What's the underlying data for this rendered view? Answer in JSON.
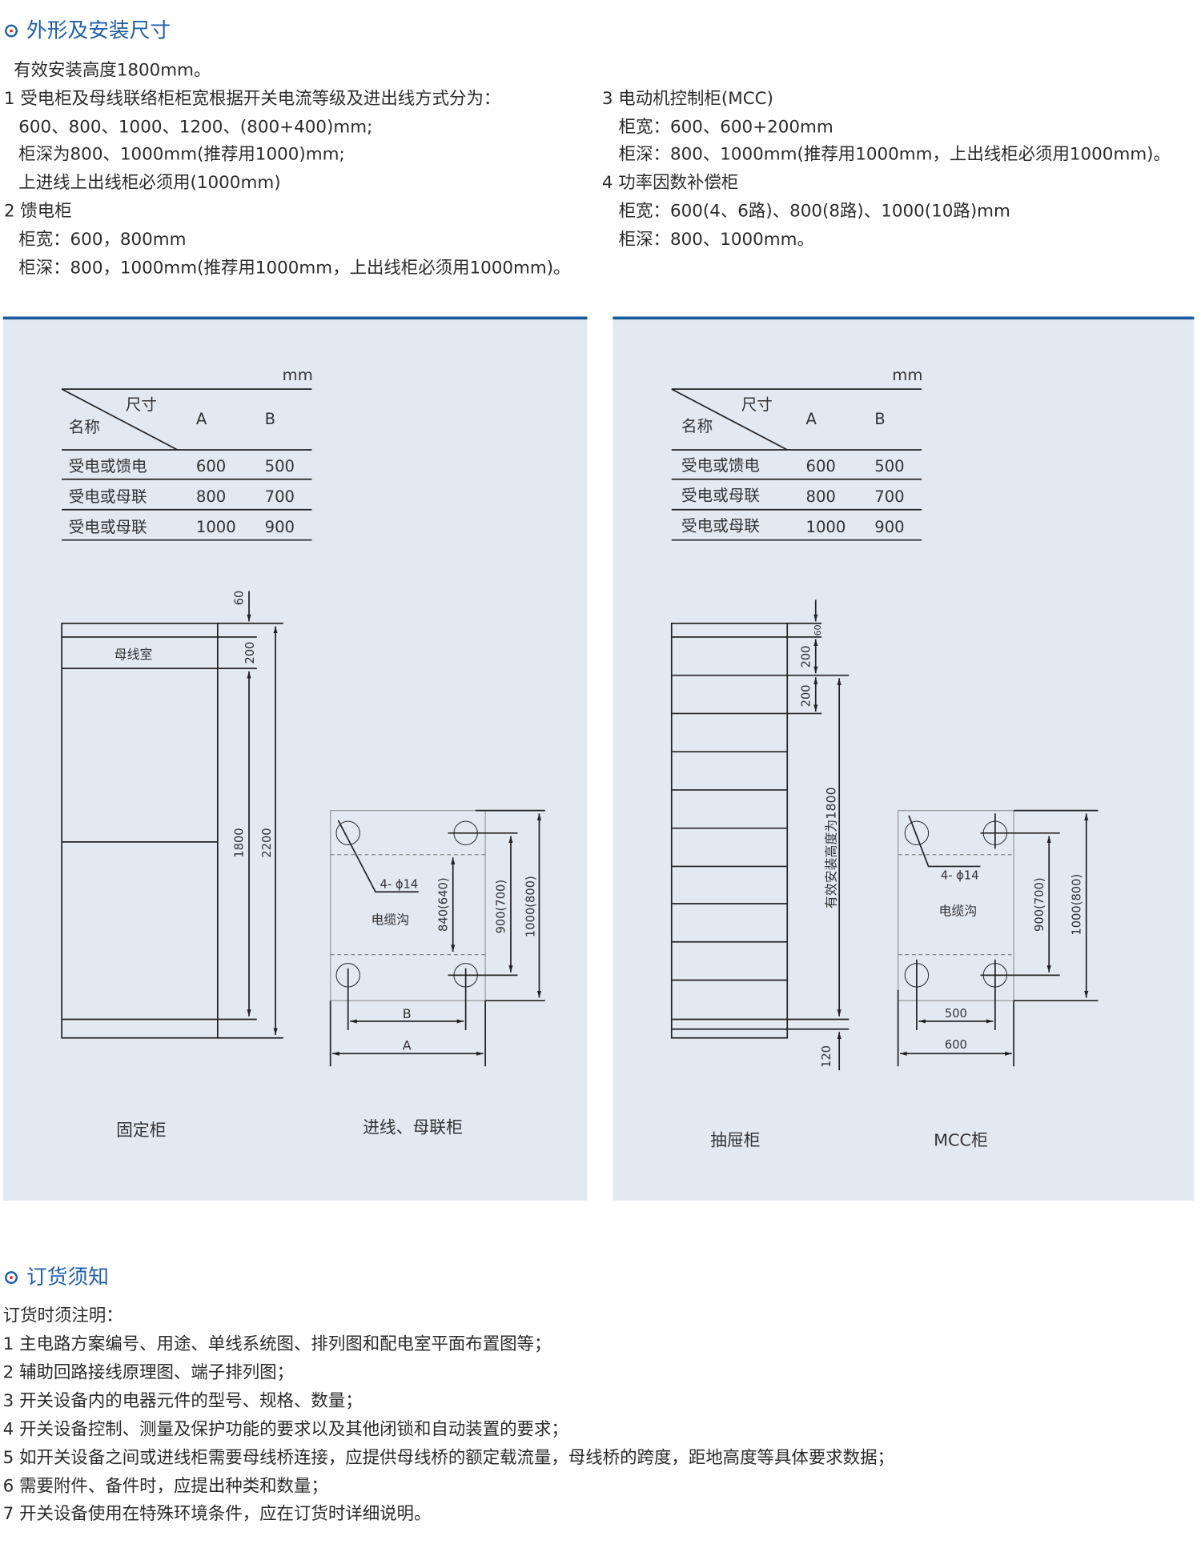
{
  "section1": {
    "title": "外形及安装尺寸",
    "left_lines": [
      "有效安装高度1800mm。",
      "1 受电柜及母线联络柜柜宽根据开关电流等级及进出线方式分为：",
      "600、800、1000、1200、(800+400)mm;",
      "柜深为800、1000mm(推荐用1000)mm;",
      "上进线上出线柜必须用(1000mm)",
      "2 馈电柜",
      "柜宽：600，800mm",
      "柜深：800，1000mm(推荐用1000mm，上出线柜必须用1000mm)。"
    ],
    "right_lines": [
      "3 电动机控制柜(MCC)",
      "柜宽：600、600+200mm",
      "柜深：800、1000mm(推荐用1000mm，上出线柜必须用1000mm)。",
      "4 功率因数补偿柜",
      "柜宽：600(4、6路)、800(8路)、1000(10路)mm",
      "柜深：800、1000mm。"
    ]
  },
  "tables": [
    {
      "unit": "mm",
      "corner_top": "尺寸",
      "corner_bottom": "名称",
      "col_a": "A",
      "col_b": "B",
      "rows": [
        [
          "受电或馈电",
          "600",
          "500"
        ],
        [
          "受电或母联",
          "800",
          "700"
        ],
        [
          "受电或母联",
          "1000",
          "900"
        ]
      ]
    },
    {
      "unit": "mm",
      "corner_top": "尺寸",
      "corner_bottom": "名称",
      "col_a": "A",
      "col_b": "B",
      "rows": [
        [
          "受电或馈电",
          "600",
          "500"
        ],
        [
          "受电或母联",
          "800",
          "700"
        ],
        [
          "受电或母联",
          "1000",
          "900"
        ]
      ]
    }
  ],
  "fixed": {
    "busbar_room": "母线室",
    "d60": "60",
    "d200": "200",
    "d1800": "1800",
    "d2200": "2200",
    "caption": "固定柜"
  },
  "incoming": {
    "holes": "4- ϕ14",
    "trench": "电缆沟",
    "d840": "840(640)",
    "d900": "900(700)",
    "d1000": "1000(800)",
    "b": "B",
    "a": "A",
    "caption": "进线、母联柜"
  },
  "drawer": {
    "d60": "60",
    "d200a": "200",
    "d200b": "200",
    "d1800": "有效安装高度为1800",
    "d120": "120",
    "caption": "抽屉柜"
  },
  "mcc": {
    "holes": "4- ϕ14",
    "trench": "电缆沟",
    "d900": "900(700)",
    "d1000": "1000(800)",
    "d500": "500",
    "d600": "600",
    "caption": "MCC柜"
  },
  "section2": {
    "title": "订货须知",
    "intro": "订货时须注明：",
    "items": [
      "1 主电路方案编号、用途、单线系统图、排列图和配电室平面布置图等；",
      "2 辅助回路接线原理图、端子排列图；",
      "3 开关设备内的电器元件的型号、规格、数量；",
      "4 开关设备控制、测量及保护功能的要求以及其他闭锁和自动装置的要求；",
      "5 如开关设备之间或进线柜需要母线桥连接，应提供母线桥的额定载流量，母线桥的跨度，距地高度等具体要求数据；",
      "6 需要附件、备件时，应提出种类和数量；",
      "7 开关设备使用在特殊环境条件，应在订货时详细说明。"
    ]
  }
}
